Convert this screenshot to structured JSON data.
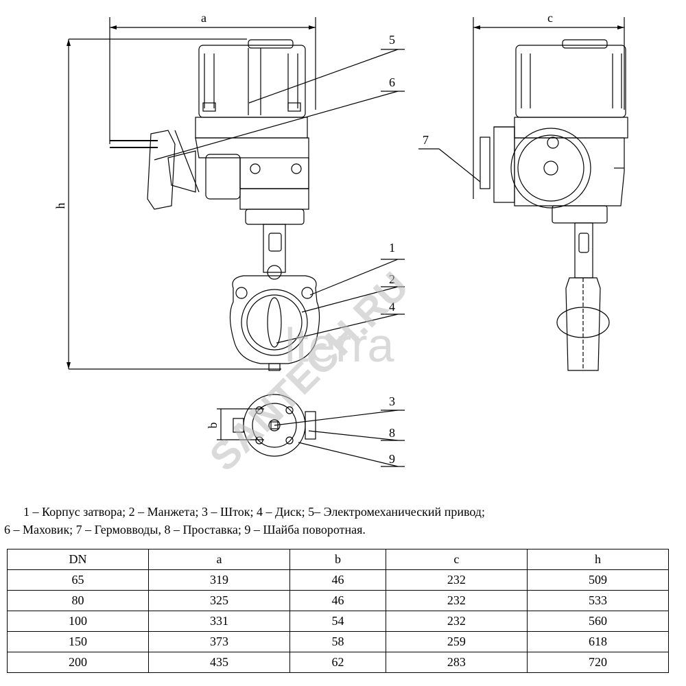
{
  "drawing": {
    "dimension_labels": {
      "a": "a",
      "c": "c",
      "h": "h",
      "b": "b"
    },
    "callouts": [
      "1",
      "2",
      "3",
      "4",
      "5",
      "6",
      "7",
      "8",
      "9"
    ]
  },
  "watermark": {
    "logo_text": "lterra",
    "diagonal_text": "SANTECH.RU"
  },
  "legend": {
    "line1": "1 – Корпус затвора; 2 – Манжета; 3 – Шток; 4 – Диск; 5– Электромеханический привод;",
    "line2": "6 – Маховик; 7 – Гермовводы, 8 – Проставка; 9 – Шайба поворотная."
  },
  "table": {
    "headers": [
      "DN",
      "a",
      "b",
      "c",
      "h"
    ],
    "rows": [
      [
        "65",
        "319",
        "46",
        "232",
        "509"
      ],
      [
        "80",
        "325",
        "46",
        "232",
        "533"
      ],
      [
        "100",
        "331",
        "54",
        "232",
        "560"
      ],
      [
        "150",
        "373",
        "58",
        "259",
        "618"
      ],
      [
        "200",
        "435",
        "62",
        "283",
        "720"
      ]
    ]
  }
}
